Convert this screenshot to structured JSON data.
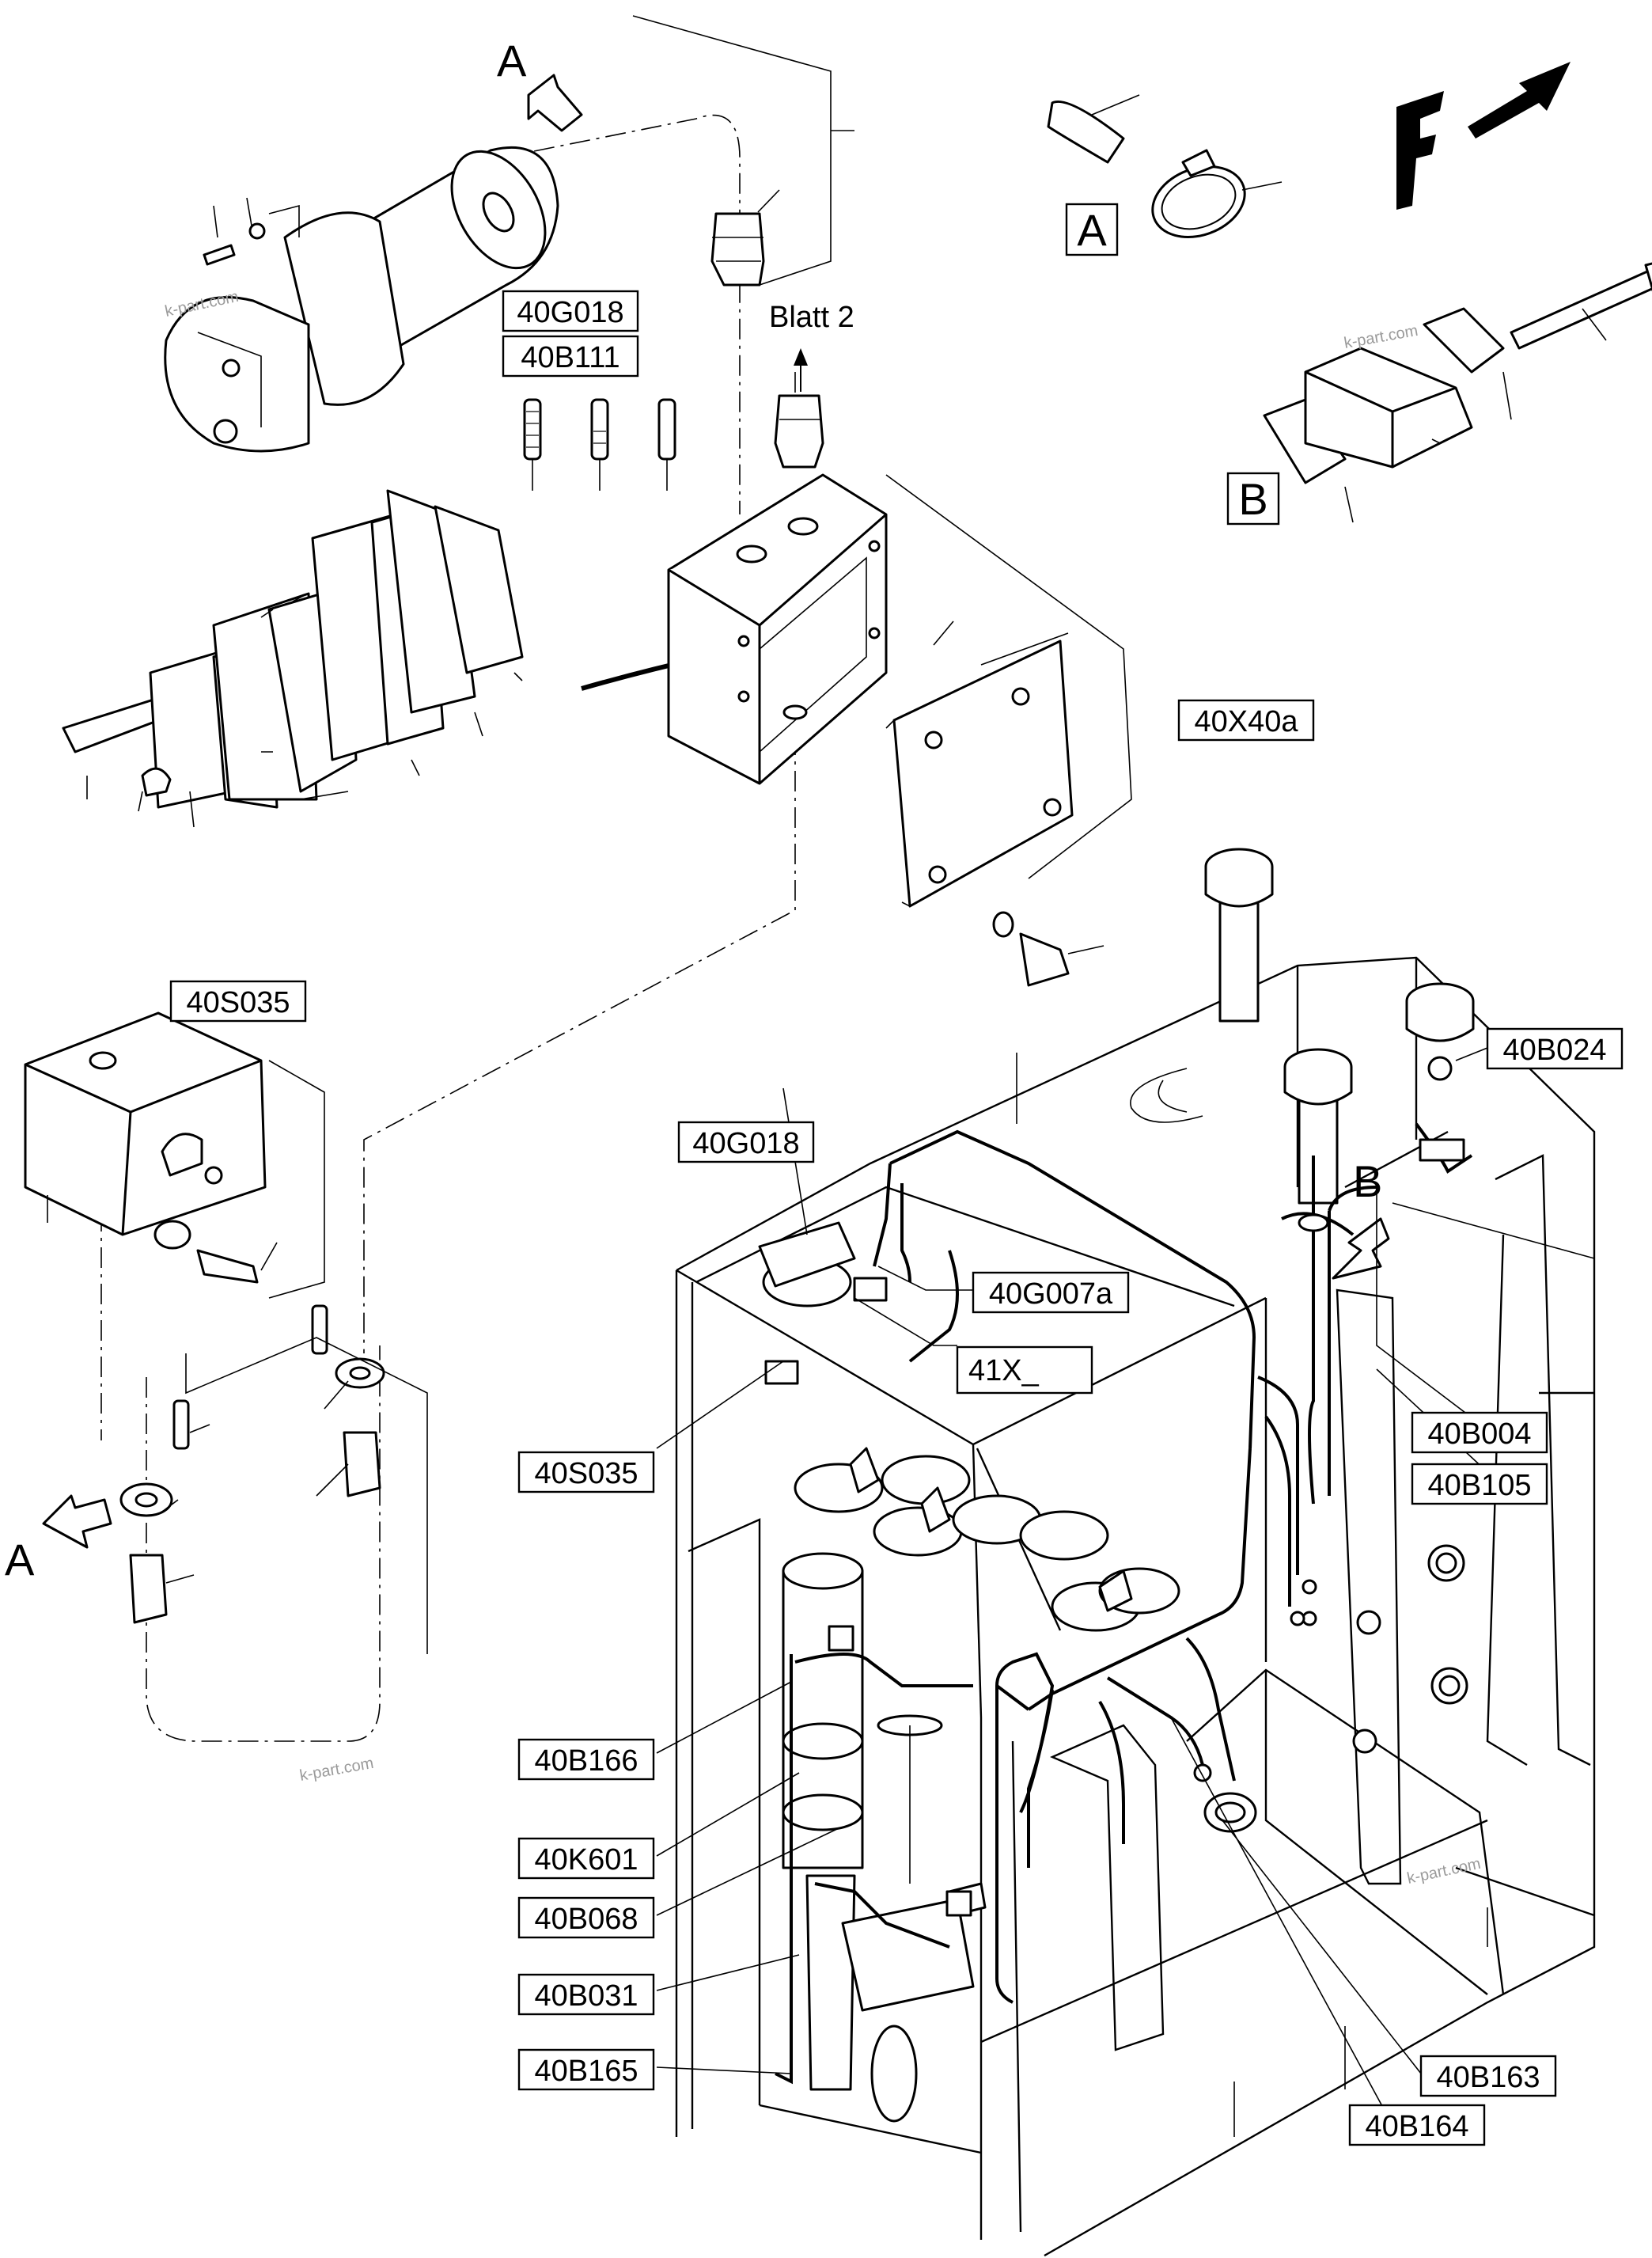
{
  "callouts": {
    "40G018_top": "40G018",
    "40B111": "40B111",
    "40X40a": "40X40a",
    "40S035_top": "40S035",
    "40B024": "40B024",
    "40G018_mid": "40G018",
    "40G007a": "40G007a",
    "41X": "41X_",
    "40S035_left": "40S035",
    "40B004": "40B004",
    "40B105": "40B105",
    "40B166": "40B166",
    "40K601": "40K601",
    "40B068": "40B068",
    "40B031": "40B031",
    "40B165": "40B165",
    "40B163": "40B163",
    "40B164": "40B164"
  },
  "detail_boxes": {
    "A": "A",
    "B": "B"
  },
  "view_letters": {
    "A_top": "A",
    "A_left": "A",
    "B_right": "B",
    "F": "F"
  },
  "notes": {
    "blatt": "Blatt 2"
  },
  "watermarks": {
    "w1": "k-part.com",
    "w2": "k-part.com",
    "w3": "k-part.com",
    "w4": "k-part.com"
  },
  "icons": {
    "view_arrow": "view-direction-arrow-icon",
    "forward_arrow": "forward-direction-arrow-icon"
  },
  "colors": {
    "line": "#000000",
    "background": "#ffffff",
    "watermark": "#9a9a9a"
  }
}
